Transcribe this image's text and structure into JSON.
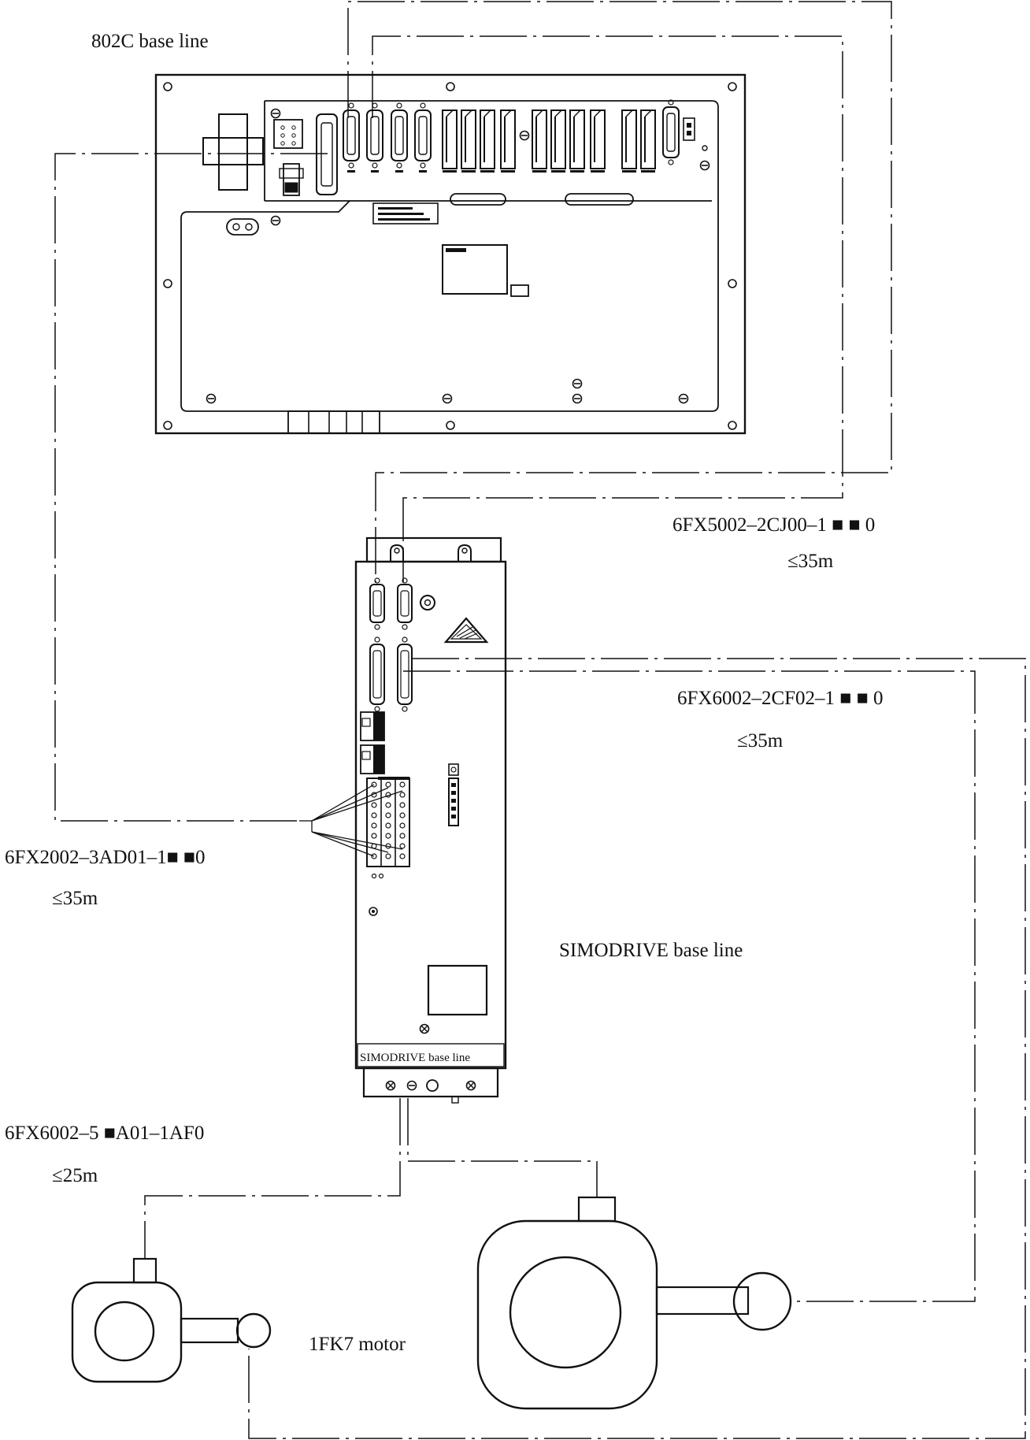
{
  "labels": {
    "cnc_title": "802C base line",
    "cable_top": "6FX5002–2CJ00–1 ■ ■ 0",
    "cable_top_len": "≤35m",
    "cable_mid": "6FX6002–2CF02–1 ■ ■ 0",
    "cable_mid_len": "≤35m",
    "cable_left": "6FX2002–3AD01–1■ ■0",
    "cable_left_len": "≤35m",
    "drive_title": "SIMODRIVE base line",
    "drive_panel_label": "SIMODRIVE base line",
    "cable_power": "6FX6002–5 ■A01–1AF0",
    "cable_power_len": "≤25m",
    "motor_label": "1FK7 motor"
  },
  "icons": {
    "warning": "warning-triangle-icon",
    "ground": "ground-symbol-icon"
  },
  "colors": {
    "line": "#111111",
    "fill_dark": "#111111",
    "background": "#ffffff"
  }
}
